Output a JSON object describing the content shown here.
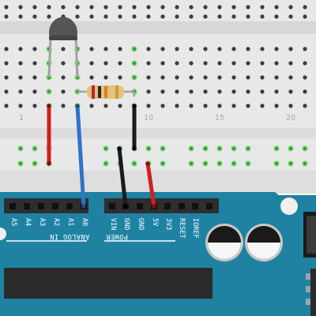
{
  "breadboard": {
    "column_numbers": [
      "1",
      "10",
      "15",
      "20"
    ]
  },
  "arduino": {
    "analog_pins": [
      "A5",
      "A4",
      "A3",
      "A2",
      "A1",
      "A0"
    ],
    "power_pins": [
      "VIN",
      "GND",
      "GND",
      "5V",
      "3V3",
      "RESET",
      "IOREF"
    ],
    "analog_section_label": "ANALOG IN",
    "power_section_label": "POWER"
  },
  "components": {
    "thermistor": "thermistor-icon",
    "resistor": "resistor-icon",
    "capacitors": "capacitor-icon"
  },
  "colors": {
    "board_teal": "#1f82a3",
    "wire_red": "#d11f1f",
    "wire_blue": "#2f73c7",
    "wire_black": "#1a1a1a",
    "connected_hole": "#3aa53a"
  }
}
